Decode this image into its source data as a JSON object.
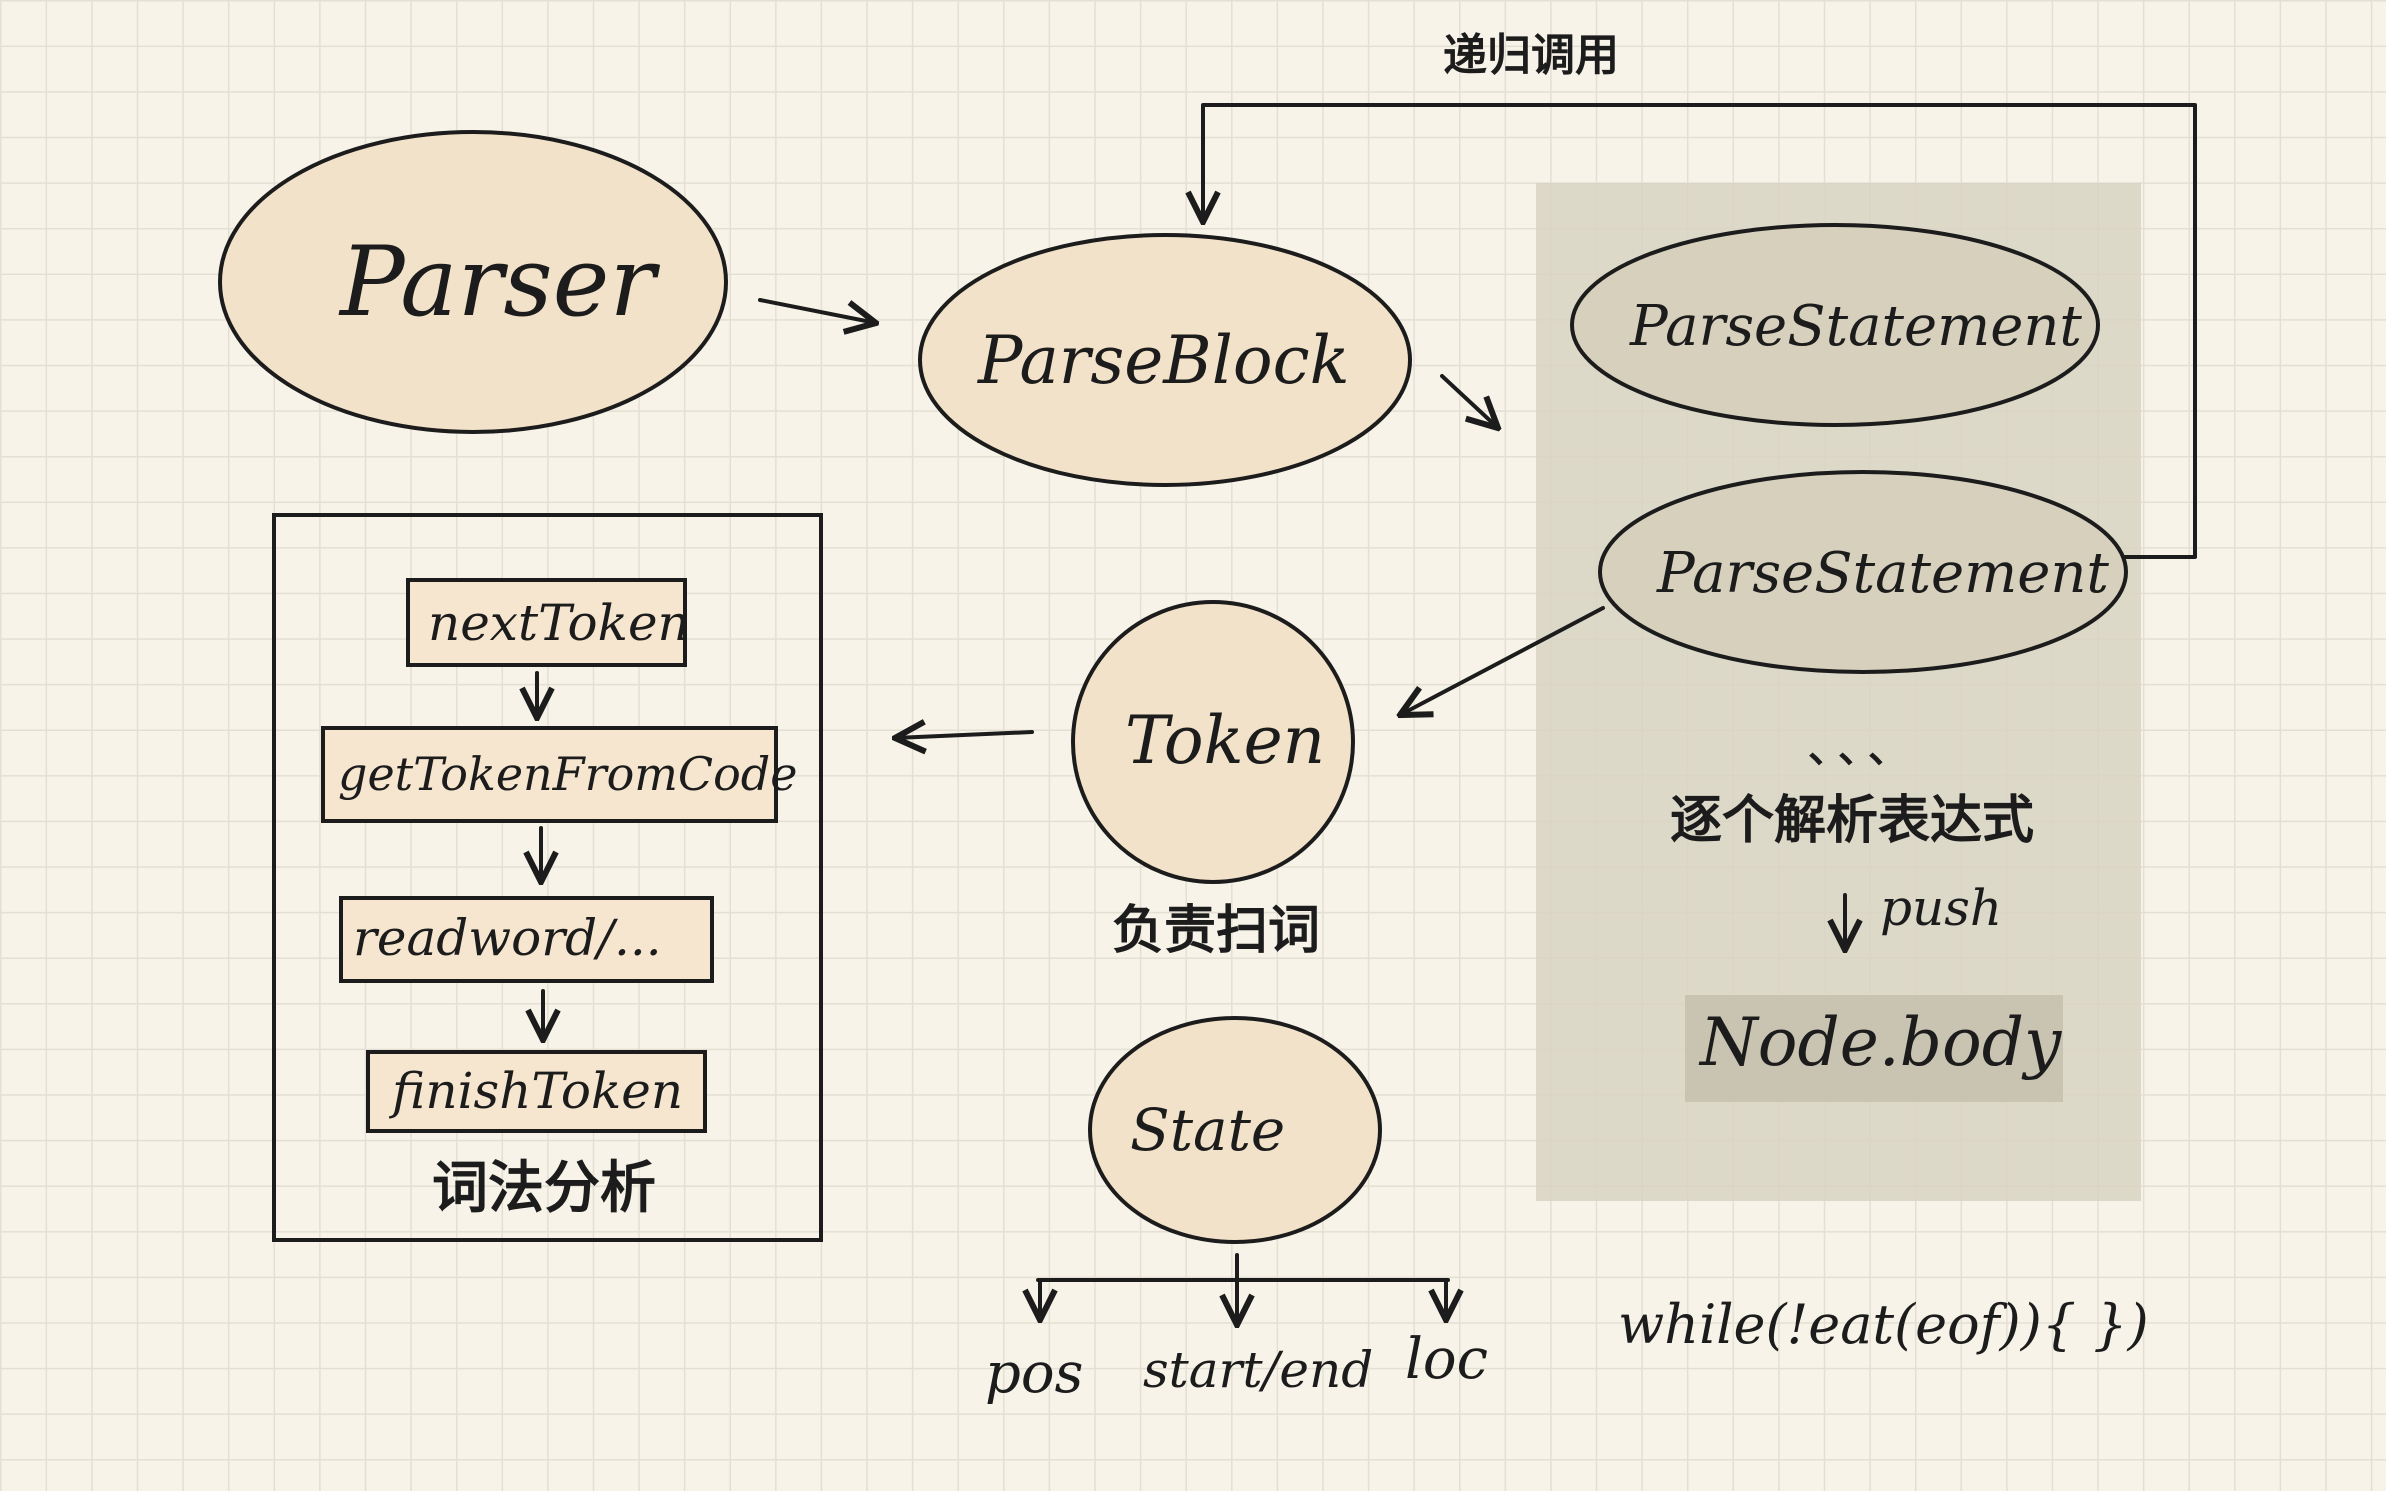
{
  "colors": {
    "paper": "#f7f3e8",
    "grid": "#e3dfd3",
    "ink": "#1c1c1c",
    "node_fill": "#f2e2c9",
    "panel_fill": "#d8d3c3"
  },
  "labels": {
    "recursive_call": "递归调用",
    "parser": "Parser",
    "parse_block": "ParseBlock",
    "parse_statement_1": "ParseStatement",
    "parse_statement_2": "ParseStatement",
    "dots": "、、、",
    "parse_each_expr": "逐个解析表达式",
    "push": "push",
    "node_body": "Node.body",
    "token": "Token",
    "token_caption": "负责扫词",
    "state": "State",
    "pos": "pos",
    "start_end": "start/end",
    "loc": "loc",
    "while_loop": "while(!eat(eof)){ })",
    "lexer": {
      "steps": [
        "nextToken",
        "getTokenFromCode",
        "readword/...",
        "finishToken"
      ],
      "caption": "词法分析"
    }
  }
}
